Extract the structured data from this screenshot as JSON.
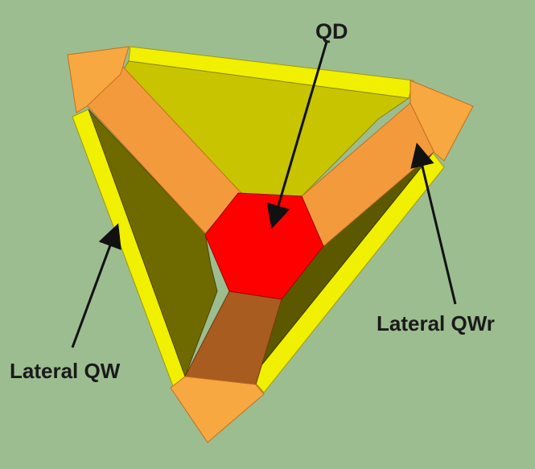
{
  "labels": {
    "qd": "QD",
    "lateral_qwr": "Lateral QWr",
    "lateral_qw": "Lateral QW"
  },
  "colors": {
    "background": "#9cbd90",
    "yellow_edge": "#f0f000",
    "orange_light": "#f8a840",
    "orange_arm": "#f39a3c",
    "olive_top": "#c8c400",
    "olive_dark": "#6f6a00",
    "olive_darker": "#5c5800",
    "brown_arm": "#a85c20",
    "qd_red": "#ff0000",
    "arrow": "#111111"
  }
}
